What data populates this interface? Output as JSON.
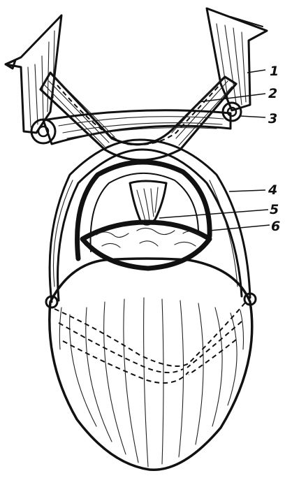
{
  "figure": {
    "ink_color": "#111111",
    "background": "#ffffff"
  },
  "callouts": [
    {
      "id": "1",
      "label": "1"
    },
    {
      "id": "2",
      "label": "2"
    },
    {
      "id": "3",
      "label": "3"
    },
    {
      "id": "4",
      "label": "4"
    },
    {
      "id": "5",
      "label": "5"
    },
    {
      "id": "6",
      "label": "6"
    }
  ]
}
